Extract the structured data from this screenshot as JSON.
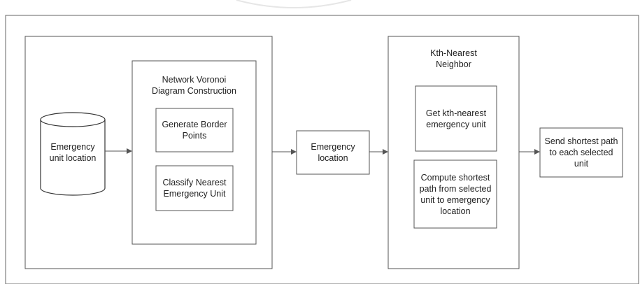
{
  "cylinder": {
    "label": "Emergency\nunit location"
  },
  "voronoi": {
    "title": "Network Voronoi\nDiagram Construction",
    "step1": "Generate Border\nPoints",
    "step2": "Classify Nearest\nEmergency Unit"
  },
  "middle": {
    "label": "Emergency\nlocation"
  },
  "knn": {
    "title": "Kth-Nearest\nNeighbor",
    "step1": "Get kth-nearest\nemergency unit",
    "step2": "Compute shortest\npath from selected\nunit to emergency\nlocation"
  },
  "output": {
    "label": "Send shortest path\nto each selected\nunit"
  }
}
